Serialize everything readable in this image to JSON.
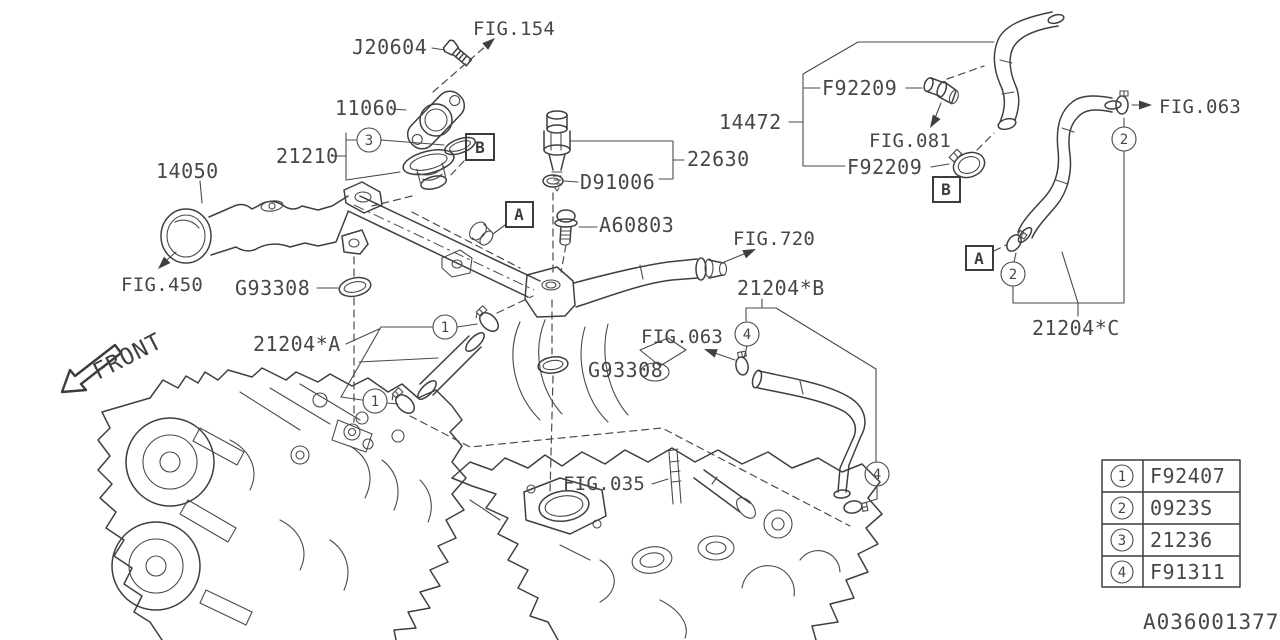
{
  "diagram": {
    "doc_number": "A036001377",
    "front_label": "FRONT",
    "part_labels": {
      "j20604": "J20604",
      "n11060": "11060",
      "n21210": "21210",
      "n14050": "14050",
      "g93308_pipe": "G93308",
      "g93308_manifold": "G93308",
      "n21204_a": "21204*A",
      "n21204_b": "21204*B",
      "n21204_c": "21204*C",
      "n22630": "22630",
      "d91006": "D91006",
      "a60803": "A60803",
      "n14472": "14472",
      "f92209_upper": "F92209",
      "f92209_lower": "F92209"
    },
    "figure_refs": {
      "fig_154": "FIG.154",
      "fig_450": "FIG.450",
      "fig_720": "FIG.720",
      "fig_081": "FIG.081",
      "fig_063_hose_c": "FIG.063",
      "fig_063_hose_b": "FIG.063",
      "fig_035": "FIG.035"
    },
    "view_markers": {
      "a": "A",
      "b": "B"
    },
    "callout_numbers": {
      "n1": "1",
      "n2": "2",
      "n3": "3",
      "n4": "4"
    },
    "legend": {
      "rows": [
        {
          "index": "1",
          "part": "F92407"
        },
        {
          "index": "2",
          "part": "0923S"
        },
        {
          "index": "3",
          "part": "21236"
        },
        {
          "index": "4",
          "part": "F91311"
        }
      ]
    },
    "colors": {
      "line": "#3f3f3f",
      "text": "#474747",
      "background": "#ffffff"
    },
    "icons": {
      "front_arrow": "hollow-direction-arrow",
      "fig_ref_arrow": "filled-leader-arrowhead"
    }
  }
}
